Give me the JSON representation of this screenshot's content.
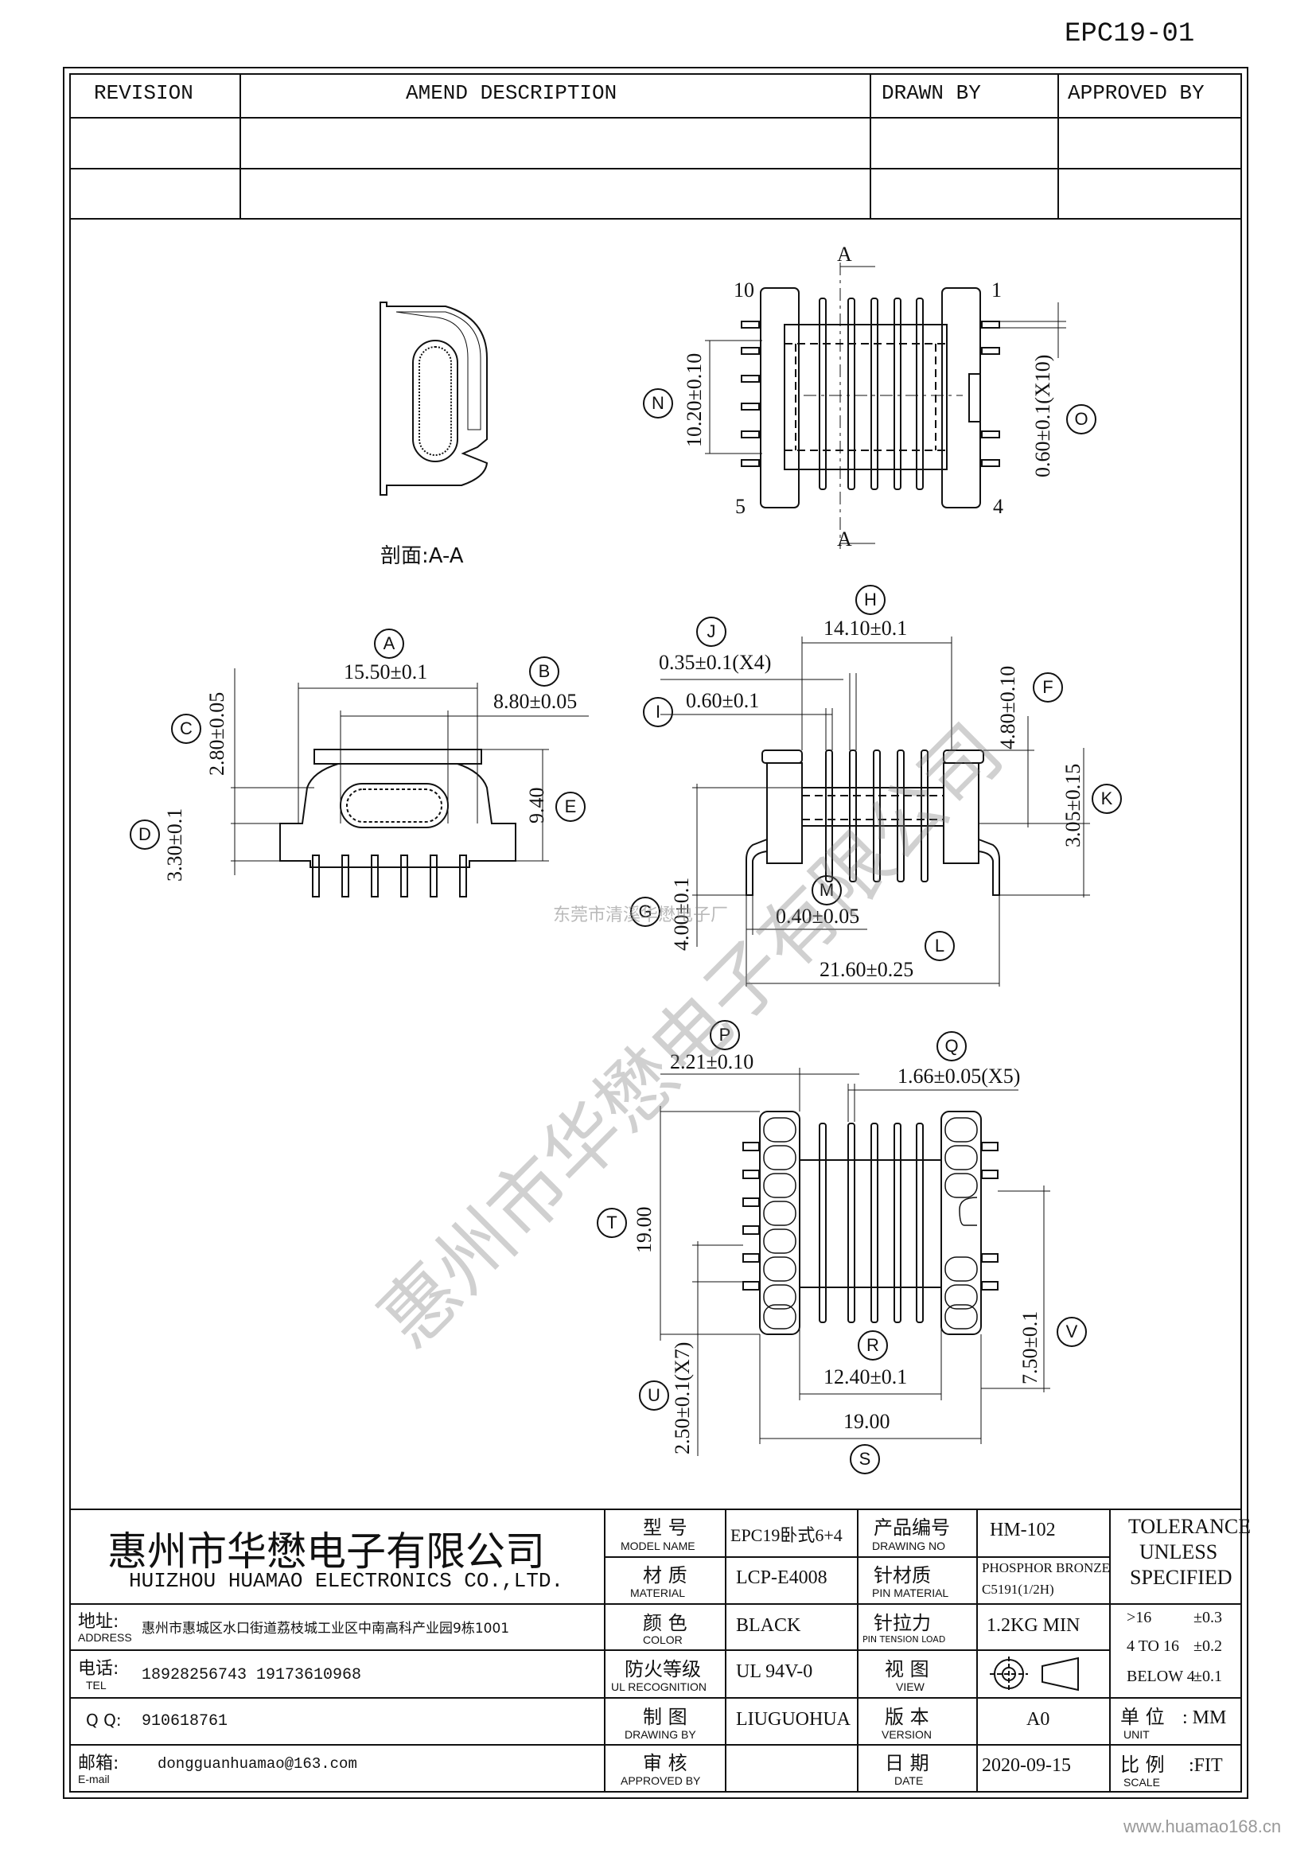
{
  "doc_id": "EPC19-01",
  "revision_table": {
    "headers": [
      "REVISION",
      "AMEND DESCRIPTION",
      "DRAWN BY",
      "APPROVED BY"
    ]
  },
  "section_view": {
    "caption": "剖面:A-A"
  },
  "top_view": {
    "pin_top_left": "10",
    "pin_top_right": "1",
    "pin_bottom_left": "5",
    "pin_bottom_right": "4",
    "section_mark_top": "A",
    "section_mark_bottom": "A",
    "dim_n": "10.20±0.10",
    "dim_o": "0.60±0.1(X10)",
    "tag_n": "N",
    "tag_o": "O"
  },
  "side_view": {
    "tag_a": "A",
    "dim_a": "15.50±0.1",
    "tag_b": "B",
    "dim_b": "8.80±0.05",
    "tag_c": "C",
    "dim_c": "2.80±0.05",
    "tag_d": "D",
    "dim_d": "3.30±0.1",
    "tag_e": "E",
    "dim_e": "9.40"
  },
  "front_view": {
    "tag_h": "H",
    "dim_h": "14.10±0.1",
    "tag_j": "J",
    "dim_j": "0.35±0.1(X4)",
    "tag_i": "I",
    "dim_i": "0.60±0.1",
    "tag_f": "F",
    "dim_f": "4.80±0.10",
    "tag_k": "K",
    "dim_k": "3.05±0.15",
    "tag_g": "G",
    "dim_g": "4.00±0.1",
    "tag_m": "M",
    "dim_m": "0.40±0.05",
    "tag_l": "L",
    "dim_l": "21.60±0.25"
  },
  "bottom_view": {
    "tag_p": "P",
    "dim_p": "2.21±0.10",
    "tag_q": "Q",
    "dim_q": "1.66±0.05(X5)",
    "tag_t": "T",
    "dim_t": "19.00",
    "tag_r": "R",
    "dim_r": "12.40±0.1",
    "tag_v": "V",
    "dim_v": "7.50±0.1",
    "tag_u": "U",
    "dim_u": "2.50±0.1(X7)",
    "tag_s": "S",
    "dim_s": "19.00"
  },
  "watermark": {
    "big": "惠州市华懋电子有限公司",
    "small": "东莞市清溪华懋电子厂"
  },
  "title_block": {
    "company_cn": "惠州市华懋电子有限公司",
    "company_en": "HUIZHOU HUAMAO ELECTRONICS CO.,LTD.",
    "address_label_cn": "地址:",
    "address_label_en": "ADDRESS",
    "address": "惠州市惠城区水口街道荔枝城工业区中南高科产业园9栋1001",
    "tel_label_cn": "电话:",
    "tel_label_en": "TEL",
    "tel": "18928256743  19173610968",
    "qq_label": "Q Q:",
    "qq": "910618761",
    "email_label_cn": "邮箱:",
    "email_label_en": "E-mail",
    "email": "dongguanhuamao@163.com",
    "model_label_cn": "型 号",
    "model_label_en": "MODEL  NAME",
    "model": "EPC19卧式6+4",
    "drawing_no_label_cn": "产品编号",
    "drawing_no_label_en": "DRAWING  NO",
    "drawing_no": "HM-102",
    "material_label_cn": "材 质",
    "material_label_en": "MATERIAL",
    "material": "LCP-E4008",
    "pin_material_label_cn": "针材质",
    "pin_material_label_en": "PIN MATERIAL",
    "pin_material_1": "PHOSPHOR BRONZE",
    "pin_material_2": "C5191(1/2H)",
    "color_label_cn": "颜 色",
    "color_label_en": "COLOR",
    "color": "BLACK",
    "pin_tension_label_cn": "针拉力",
    "pin_tension_label_en": "PIN TENSION LOAD",
    "pin_tension": "1.2KG MIN",
    "ul_label_cn": "防火等级",
    "ul_label_en": "UL RECOGNITION",
    "ul": "UL 94V-0",
    "view_label_cn": "视 图",
    "view_label_en": "VIEW",
    "drawn_label_cn": "制 图",
    "drawn_label_en": "DRAWING  BY",
    "drawn_by": "LIUGUOHUA",
    "version_label_cn": "版 本",
    "version_label_en": "VERSION",
    "version": "A0",
    "approved_label_cn": "审 核",
    "approved_label_en": "APPROVED BY",
    "date_label_cn": "日 期",
    "date_label_en": "DATE",
    "date": "2020-09-15",
    "tolerance_1": "TOLERANCE",
    "tolerance_2": "UNLESS",
    "tolerance_3": "SPECIFIED",
    "tol_row1_range": ">16",
    "tol_row1_val": "±0.3",
    "tol_row2_range": "4 TO 16",
    "tol_row2_val": "±0.2",
    "tol_row3_range": "BELOW 4",
    "tol_row3_val": "±0.1",
    "unit_label_cn": "单 位",
    "unit_label_en": "UNIT",
    "unit": ": MM",
    "scale_label_cn": "比 例",
    "scale_label_en": "SCALE",
    "scale": ":FIT"
  },
  "footer_url": "www.huamao168.cn"
}
